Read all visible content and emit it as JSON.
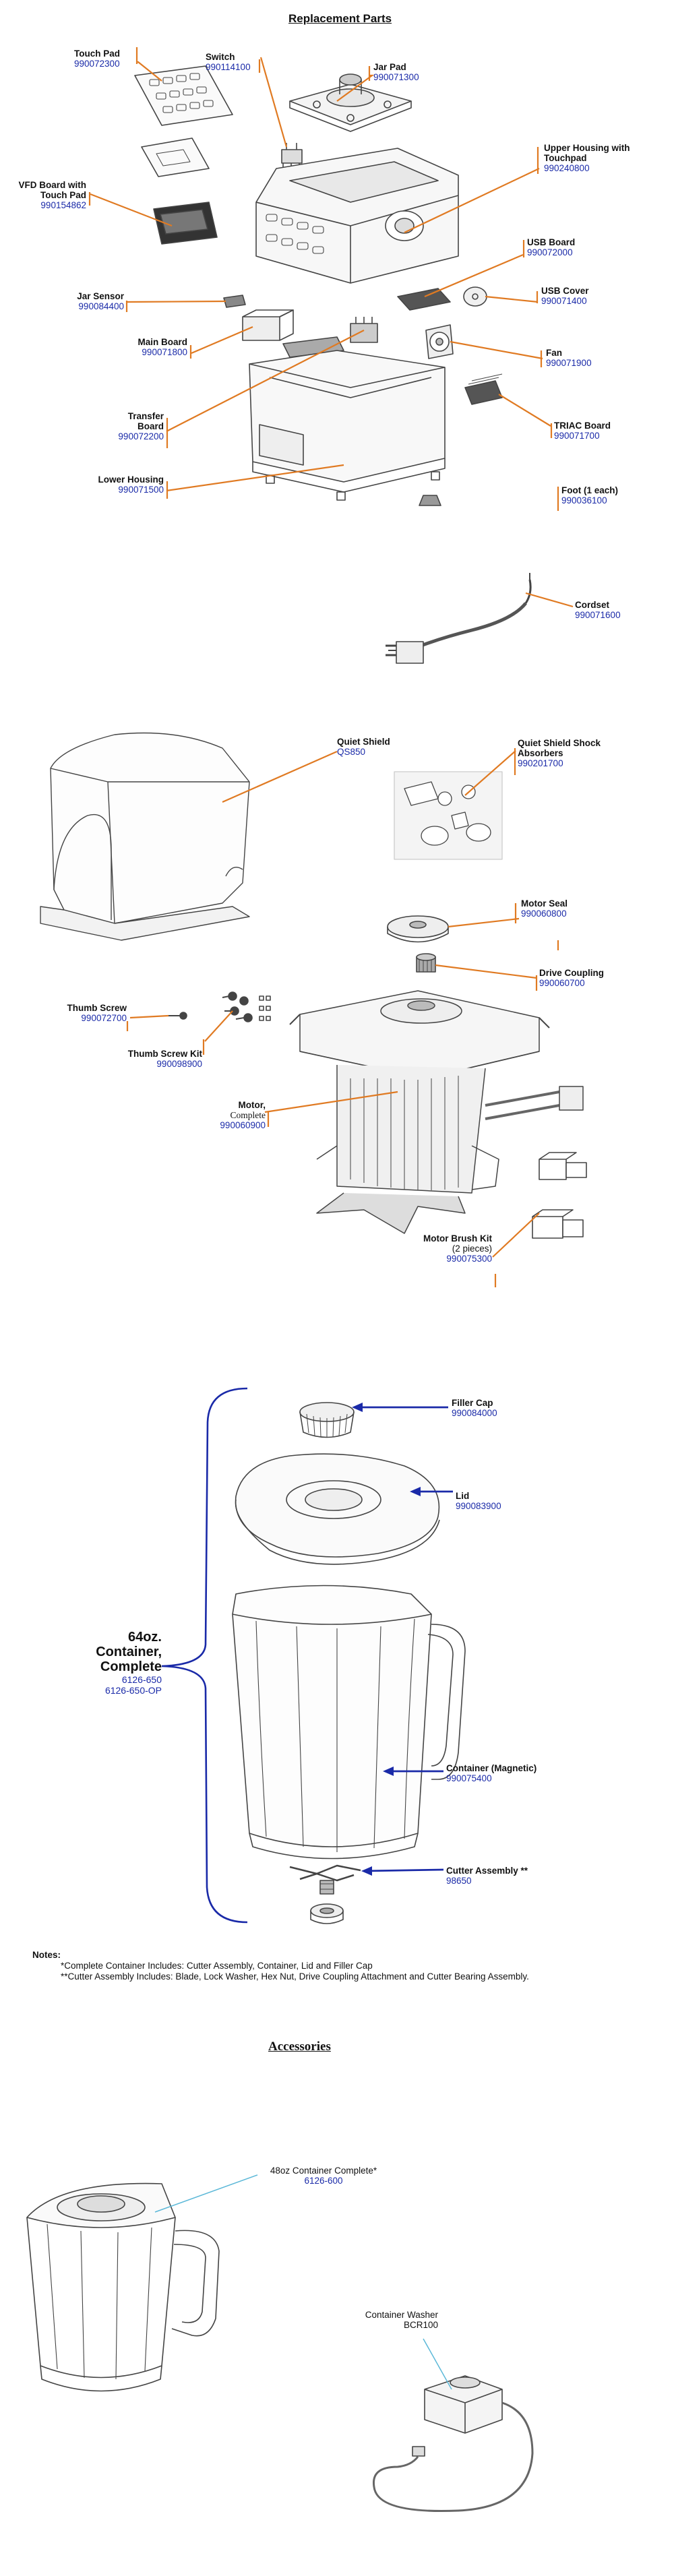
{
  "header": {
    "title": "Replacement Parts"
  },
  "parts": [
    {
      "id": "touch-pad",
      "name": "Touch Pad",
      "part": "990072300"
    },
    {
      "id": "switch",
      "name": "Switch",
      "part": "990114100"
    },
    {
      "id": "jar-pad",
      "name": "Jar Pad",
      "part": "990071300"
    },
    {
      "id": "upper-housing",
      "name": "Upper Housing with Touchpad",
      "part": "990240800"
    },
    {
      "id": "vfd-board",
      "name": "VFD Board with Touch Pad",
      "part": "990154862"
    },
    {
      "id": "usb-board",
      "name": "USB Board",
      "part": "990072000"
    },
    {
      "id": "jar-sensor",
      "name": "Jar Sensor",
      "part": "990084400"
    },
    {
      "id": "usb-cover",
      "name": "USB Cover",
      "part": "990071400"
    },
    {
      "id": "main-board",
      "name": "Main Board",
      "part": "990071800"
    },
    {
      "id": "fan",
      "name": "Fan",
      "part": "990071900"
    },
    {
      "id": "transfer-board",
      "name": "Transfer Board",
      "part": "990072200"
    },
    {
      "id": "triac-board",
      "name": "TRIAC Board",
      "part": "990071700"
    },
    {
      "id": "lower-housing",
      "name": "Lower Housing",
      "part": "990071500"
    },
    {
      "id": "foot",
      "name": "Foot (1 each)",
      "part": "990036100"
    },
    {
      "id": "cordset",
      "name": "Cordset",
      "part": "990071600"
    },
    {
      "id": "quiet-shield",
      "name": "Quiet Shield",
      "part": "QS850"
    },
    {
      "id": "quiet-shield-shock",
      "name": "Quiet Shield Shock Absorbers",
      "part": "990201700"
    },
    {
      "id": "motor-seal",
      "name": "Motor Seal",
      "part": "990060800"
    },
    {
      "id": "drive-coupling",
      "name": "Drive Coupling",
      "part": "990060700"
    },
    {
      "id": "thumb-screw",
      "name": "Thumb Screw",
      "part": "990072700"
    },
    {
      "id": "thumb-screw-kit",
      "name": "Thumb Screw Kit",
      "part": "990098900"
    },
    {
      "id": "motor",
      "name": "Motor,",
      "sub": "Complete",
      "part": "990060900"
    },
    {
      "id": "motor-brush-kit",
      "name": "Motor Brush Kit",
      "sub": "(2 pieces)",
      "part": "990075300"
    },
    {
      "id": "filler-cap",
      "name": "Filler Cap",
      "part": "990084000"
    },
    {
      "id": "lid",
      "name": "Lid",
      "part": "990083900"
    },
    {
      "id": "container-magnetic",
      "name": "Container (Magnetic)",
      "part": "990075400"
    },
    {
      "id": "cutter-assembly",
      "name": "Cutter Assembly **",
      "part": "98650"
    }
  ],
  "container_group": {
    "name": "64oz. Container, Complete",
    "line1": "64oz.",
    "line2": "Container,",
    "line3": "Complete",
    "part1": "6126-650",
    "part2": "6126-650-OP"
  },
  "notes": {
    "heading": "Notes:",
    "note1": "*Complete Container Includes: Cutter Assembly, Container, Lid and Filler Cap",
    "note2": "**Cutter Assembly Includes:  Blade, Lock Washer, Hex Nut, Drive Coupling Attachment and Cutter Bearing Assembly."
  },
  "accessories": {
    "title": "Accessories",
    "items": [
      {
        "id": "container-48",
        "name": "48oz Container Complete*",
        "part": "6126-600"
      },
      {
        "id": "container-washer",
        "name": "Container Washer",
        "part": "BCR100"
      }
    ]
  },
  "colors": {
    "leader": "#e07a22",
    "part_number": "#1a2aa8",
    "bracket": "#1a2aa8",
    "accessory_leader": "#5bb8d8"
  }
}
